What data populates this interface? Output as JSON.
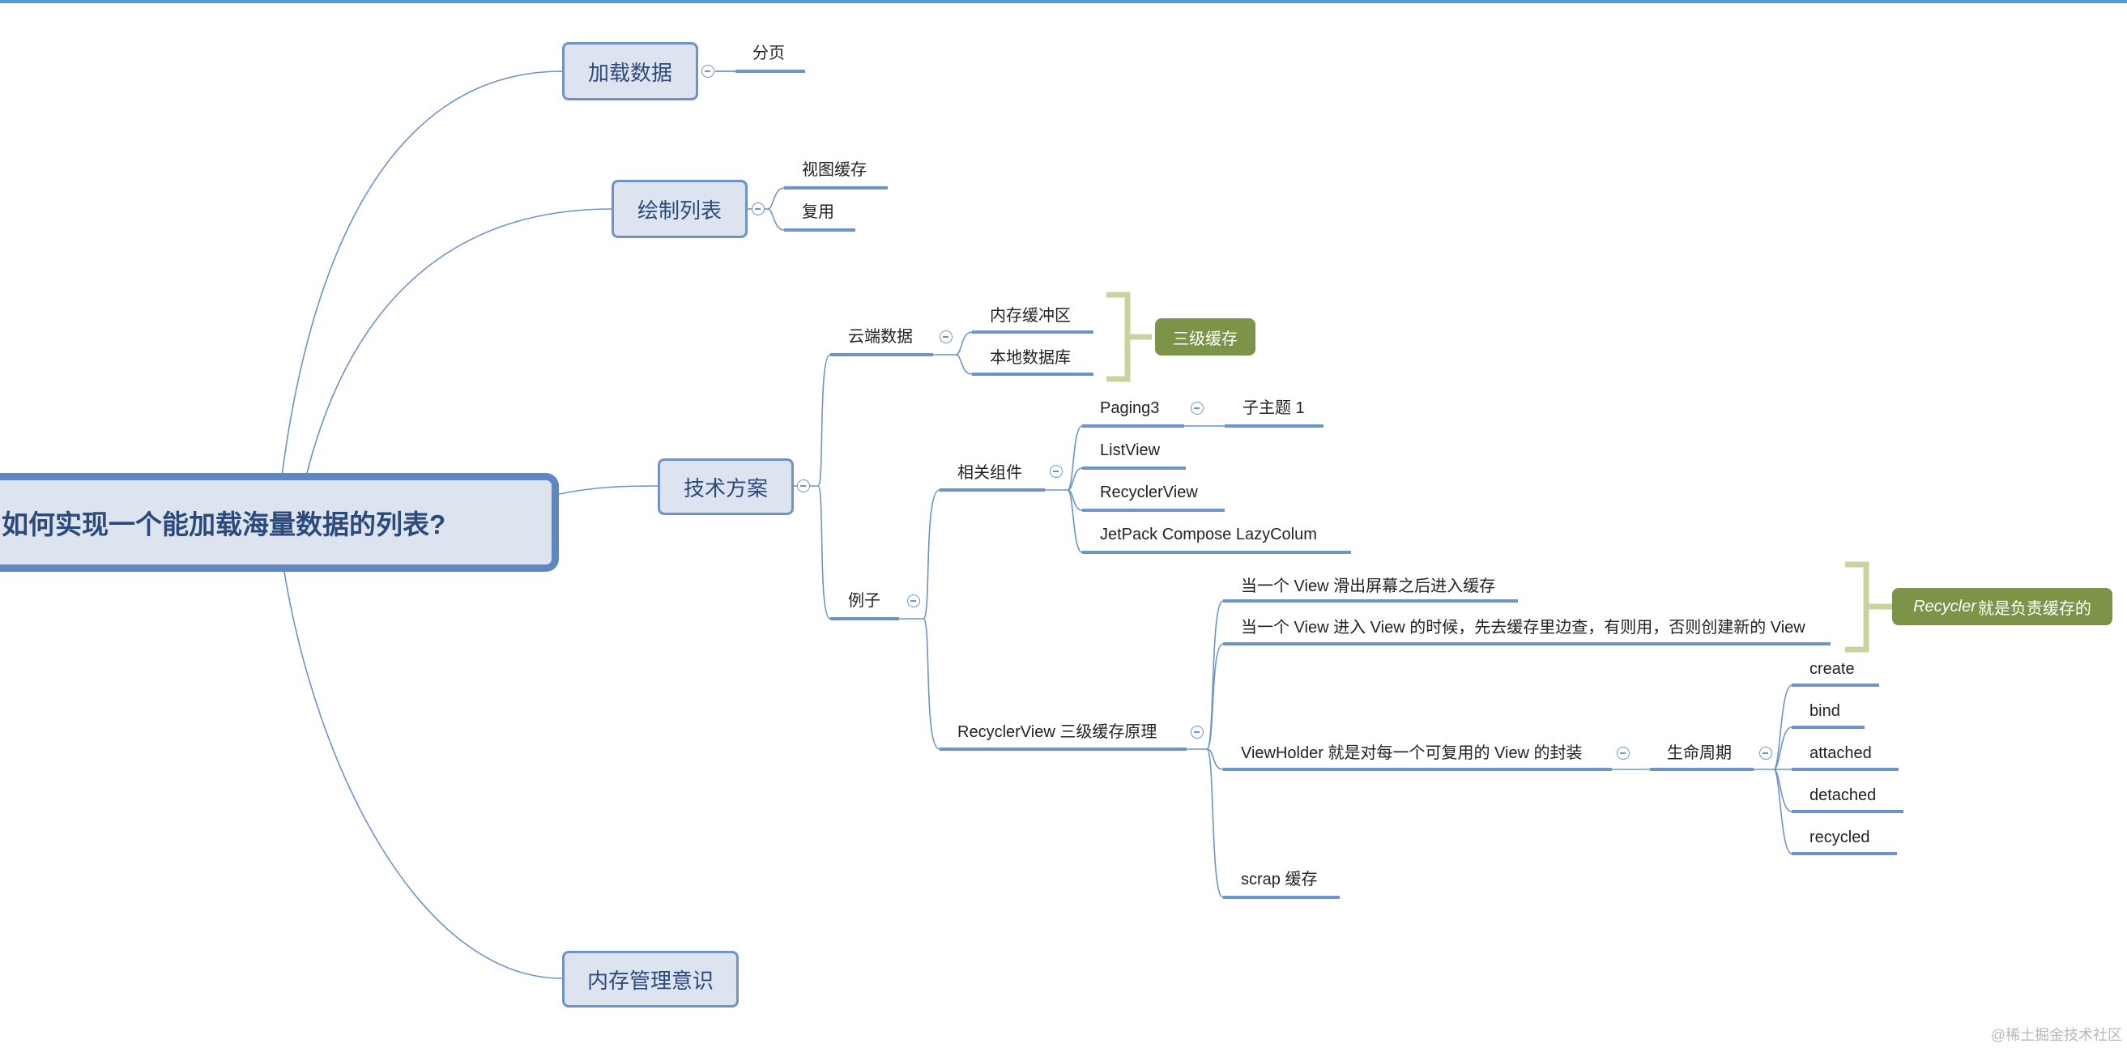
{
  "root": "如何实现一个能加载海量数据的列表?",
  "branches": {
    "load_data": "加载数据",
    "draw_list": "绘制列表",
    "tech": "技术方案",
    "memory": "内存管理意识"
  },
  "load_data": {
    "paging": "分页"
  },
  "draw_list": {
    "view_cache": "视图缓存",
    "reuse": "复用"
  },
  "tech": {
    "cloud": "云端数据",
    "cloud_children": [
      "内存缓冲区",
      "本地数据库"
    ],
    "cloud_summary": "三级缓存",
    "example": "例子",
    "components": "相关组件",
    "paging3": "Paging3",
    "subtopic": "子主题 1",
    "listview": "ListView",
    "recyclerview": "RecyclerView",
    "compose": "JetPack Compose LazyColum",
    "rv_principle": "RecyclerView 三级缓存原理",
    "rv_items": [
      "当一个 View 滑出屏幕之后进入缓存",
      "当一个 View 进入 View 的时候，先去缓存里边查，有则用，否则创建新的 View"
    ],
    "rv_summary_em": "Recycler",
    "rv_summary_rest": " 就是负责缓存的",
    "viewholder": "ViewHolder 就是对每一个可复用的 View 的封装",
    "lifecycle": "生命周期",
    "lifecycle_items": [
      "create",
      "bind",
      "attached",
      "detached",
      "recycled"
    ],
    "scrap": "scrap 缓存"
  },
  "watermark": "@稀土掘金技术社区",
  "colors": {
    "line": "#6d93c9",
    "node_fill": "#dde4f0",
    "summary": "#7d9348",
    "bracket": "#c8d49e"
  }
}
